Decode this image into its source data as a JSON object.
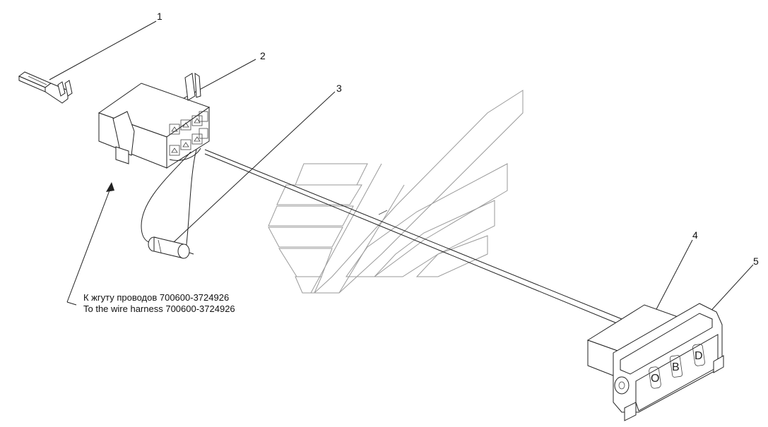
{
  "callouts": [
    {
      "id": "1",
      "text": "1"
    },
    {
      "id": "2",
      "text": "2"
    },
    {
      "id": "3",
      "text": "3"
    },
    {
      "id": "4",
      "text": "4"
    },
    {
      "id": "5",
      "text": "5"
    }
  ],
  "caption": {
    "ru": "К жгуту проводов 700600-3724926",
    "en": "To the wire harness 700600-3724926"
  },
  "connector_face": {
    "letters": [
      "O",
      "B",
      "D"
    ]
  }
}
